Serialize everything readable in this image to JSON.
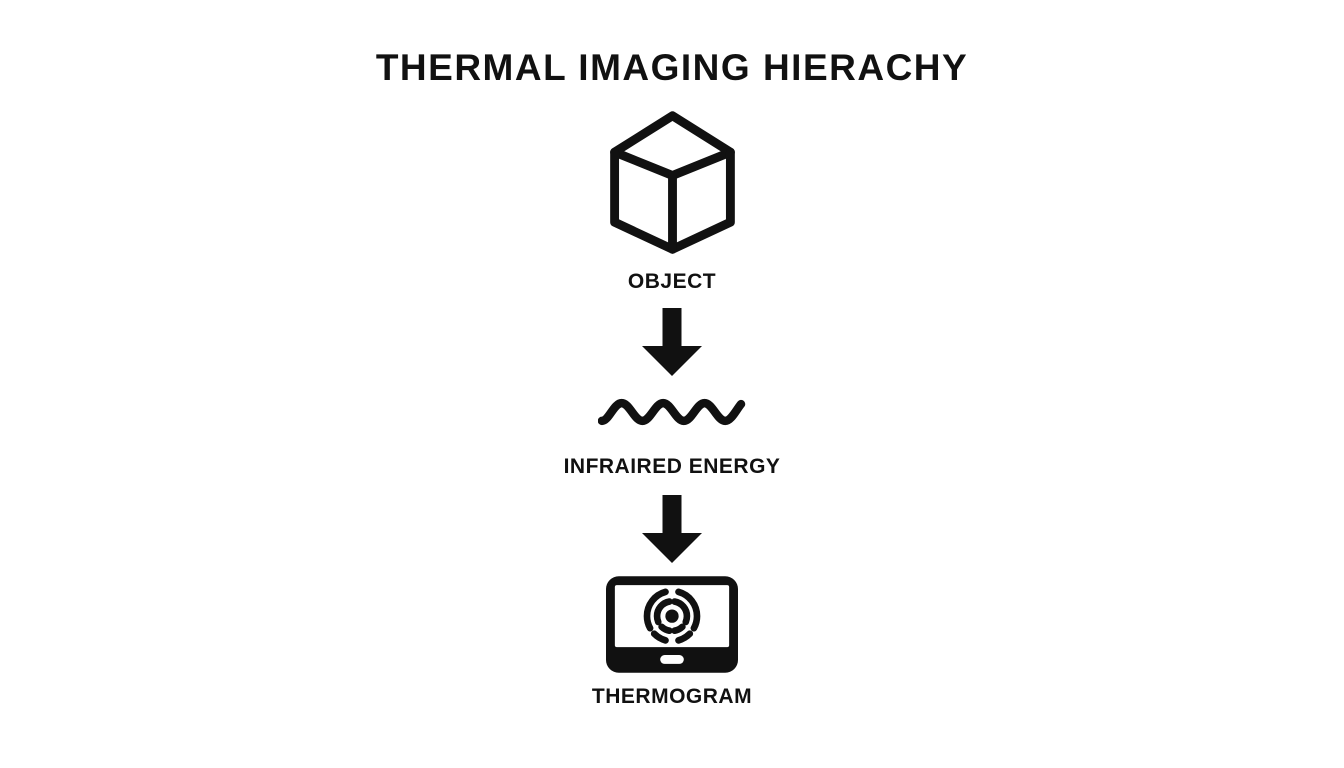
{
  "title": "THERMAL IMAGING HIERACHY",
  "colors": {
    "ink": "#111111",
    "background": "#ffffff"
  },
  "flow": {
    "nodes": [
      {
        "id": "object",
        "icon": "cube-icon",
        "label": "OBJECT"
      },
      {
        "id": "infrared-energy",
        "icon": "infrared-wave-icon",
        "label": "INFRAIRED ENERGY"
      },
      {
        "id": "thermogram",
        "icon": "thermogram-display-icon",
        "label": "THERMOGRAM"
      }
    ],
    "connectors": [
      {
        "type": "down-arrow",
        "from": "object",
        "to": "infrared-energy"
      },
      {
        "type": "down-arrow",
        "from": "infrared-energy",
        "to": "thermogram"
      }
    ]
  }
}
